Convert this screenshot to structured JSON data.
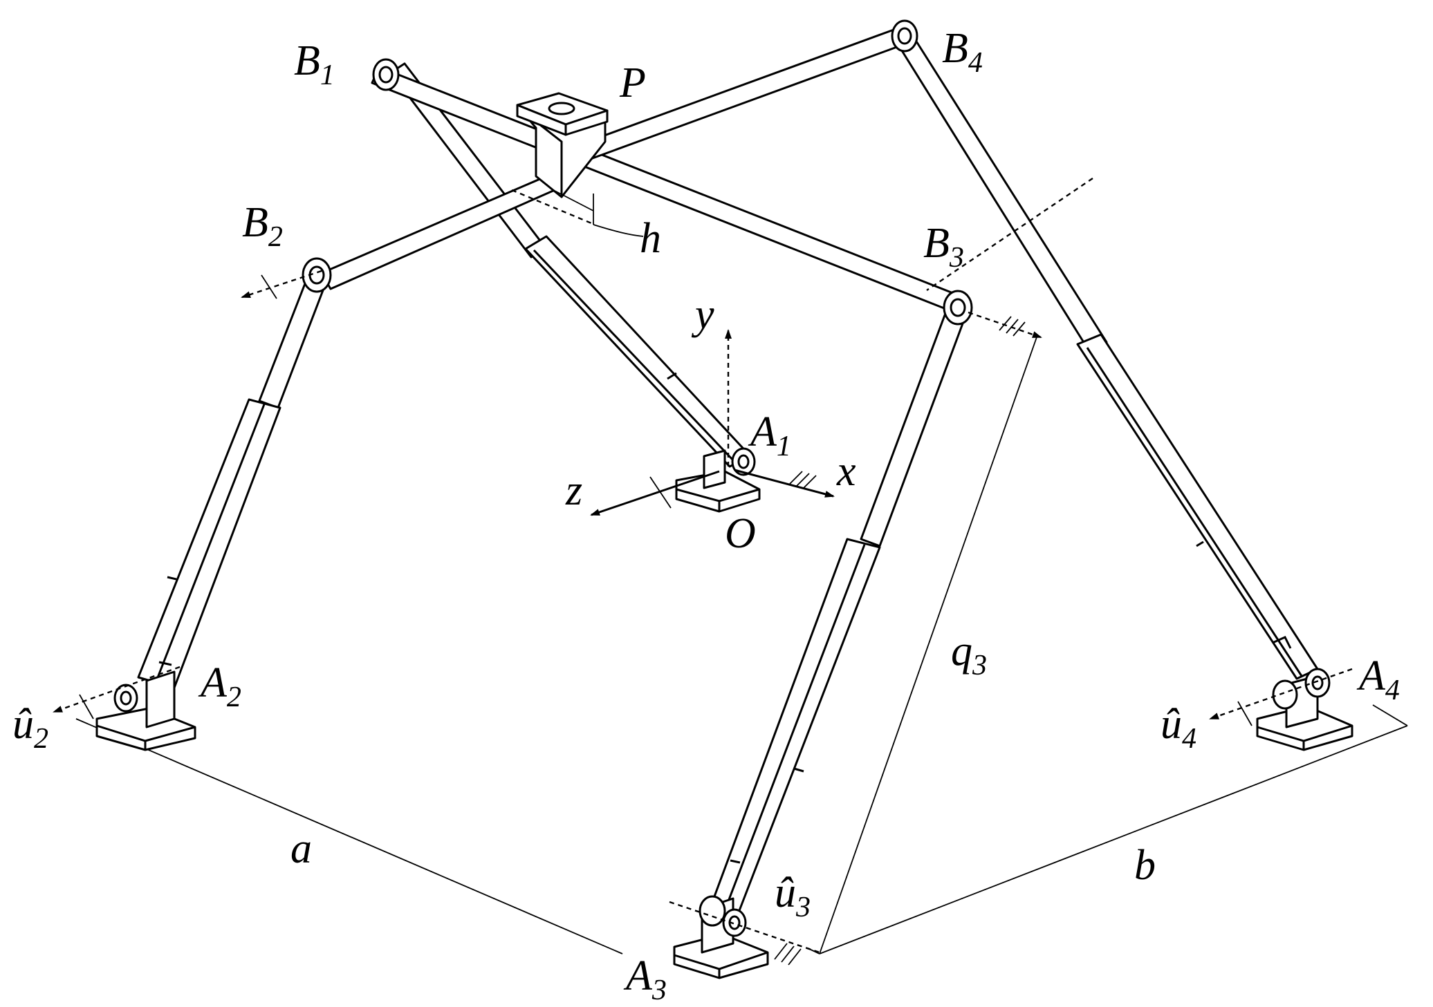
{
  "labels": {
    "B1": "B",
    "B1_sub": "1",
    "B2": "B",
    "B2_sub": "2",
    "B3": "B",
    "B3_sub": "3",
    "B4": "B",
    "B4_sub": "4",
    "P": "P",
    "h": "h",
    "y": "y",
    "x": "x",
    "z": "z",
    "O": "O",
    "A1": "A",
    "A1_sub": "1",
    "A2": "A",
    "A2_sub": "2",
    "A3": "A",
    "A3_sub": "3",
    "A4": "A",
    "A4_sub": "4",
    "u2": "û",
    "u2_sub": "2",
    "u3": "û",
    "u3_sub": "3",
    "u4": "û",
    "u4_sub": "4",
    "q3": "q",
    "q3_sub": "3",
    "a": "a",
    "b": "b"
  },
  "colors": {
    "ink": "#000000",
    "paper": "#ffffff"
  }
}
